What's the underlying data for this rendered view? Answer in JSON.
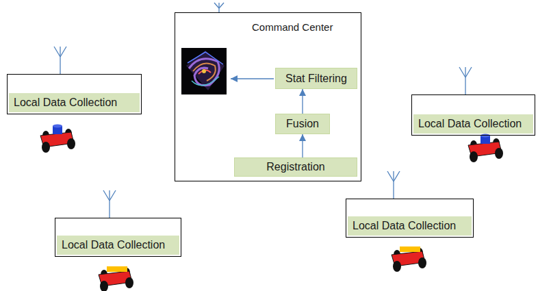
{
  "diagram": {
    "nodes": [
      {
        "text": [
          "Command Center"
        ]
      },
      {
        "text": [
          "Stat Filtering"
        ],
        "in": 0
      },
      {
        "text": [
          "Fusion"
        ],
        "in": 0
      },
      {
        "text": [
          "Registration"
        ],
        "in": 0
      },
      {
        "text": [
          "Local Data Collection"
        ]
      },
      {
        "text": [
          "Local Data Collection"
        ]
      },
      {
        "text": [
          "Local Data Collection"
        ]
      },
      {
        "text": [
          "Local Data Collection"
        ]
      }
    ],
    "edges": [
      {
        "from": 3,
        "to": 2,
        "arrow": "to"
      },
      {
        "from": 2,
        "to": 1,
        "arrow": "to"
      }
    ]
  }
}
